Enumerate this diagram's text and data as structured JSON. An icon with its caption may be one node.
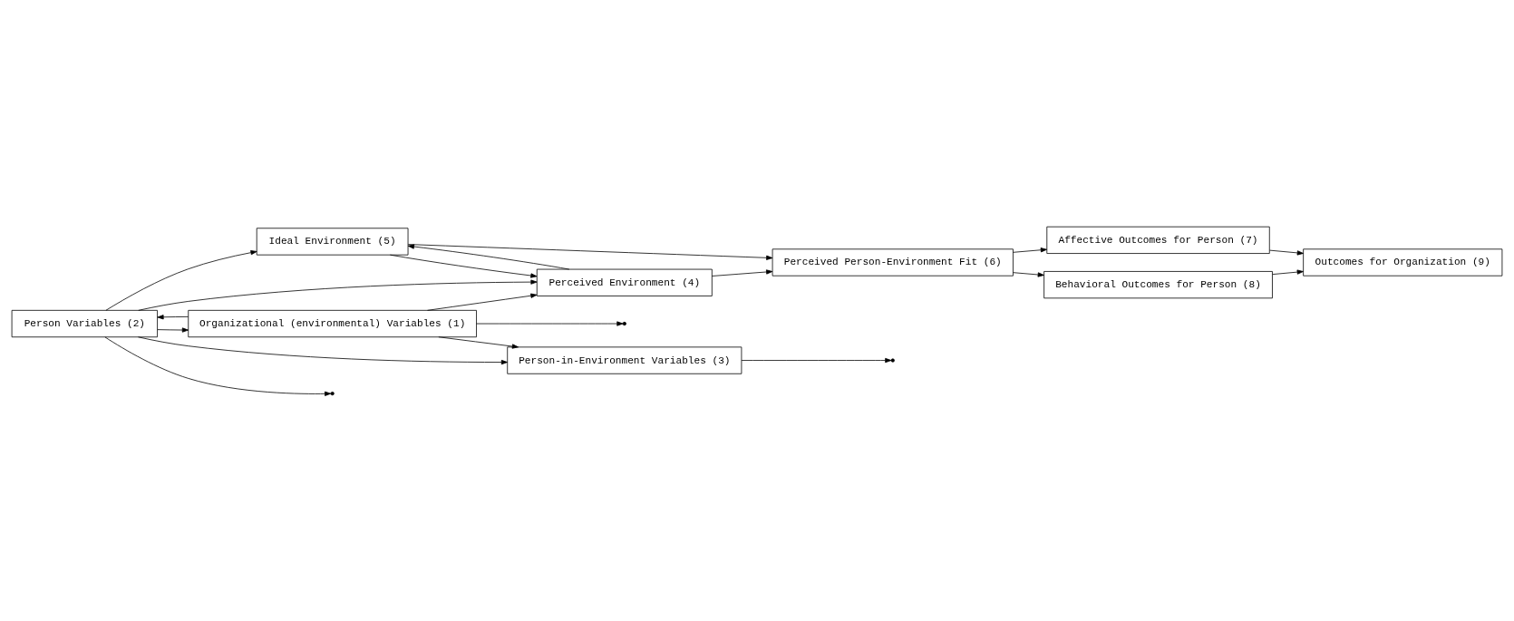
{
  "diagram": {
    "nodes": [
      {
        "text": [
          "Person Variables (2)"
        ]
      },
      {
        "text": [
          "Ideal Environment (5)"
        ]
      },
      {
        "text": [
          "Perceived Person-Environment Fit (6)"
        ]
      },
      {
        "text": [
          "Affective Outcomes for Person (7)"
        ]
      },
      {
        "text": [
          "Outcomes for Organization (9)"
        ]
      },
      {
        "text": [
          "Person-in-Environment Variables (3)"
        ]
      },
      {
        "text": [
          "Perceived Environment (4)"
        ]
      },
      {
        "text": [
          "Behavioral Outcomes for Person (8)"
        ]
      },
      {
        "text": [
          "Organizational (environmental) Variables (1)"
        ]
      }
    ],
    "edges": [
      {
        "from": 0,
        "to": 1,
        "arrow": "to"
      },
      {
        "from": 0,
        "to": 6,
        "arrow": "to"
      },
      {
        "from": 0,
        "to": 5,
        "arrow": "to"
      },
      {
        "from": 0,
        "to": 8,
        "arrow": "to"
      },
      {
        "from": 8,
        "to": 0,
        "arrow": "to"
      },
      {
        "from": 8,
        "to": 5,
        "arrow": "to"
      },
      {
        "from": 8,
        "to": 6,
        "arrow": "to"
      },
      {
        "from": 1,
        "to": 6,
        "arrow": "to"
      },
      {
        "from": 6,
        "to": 1,
        "arrow": "to"
      },
      {
        "from": 1,
        "to": 2,
        "arrow": "to"
      },
      {
        "from": 6,
        "to": 2,
        "arrow": "to"
      },
      {
        "from": 2,
        "to": 3,
        "arrow": "to"
      },
      {
        "from": 2,
        "to": 7,
        "arrow": "to"
      },
      {
        "from": 0,
        "to": null,
        "arrow": "to"
      },
      {
        "from": 5,
        "to": null,
        "arrow": "to"
      },
      {
        "from": 8,
        "to": null,
        "arrow": "to"
      },
      {
        "from": 3,
        "to": 4,
        "arrow": "to"
      },
      {
        "from": 7,
        "to": 4,
        "arrow": "to"
      }
    ]
  }
}
